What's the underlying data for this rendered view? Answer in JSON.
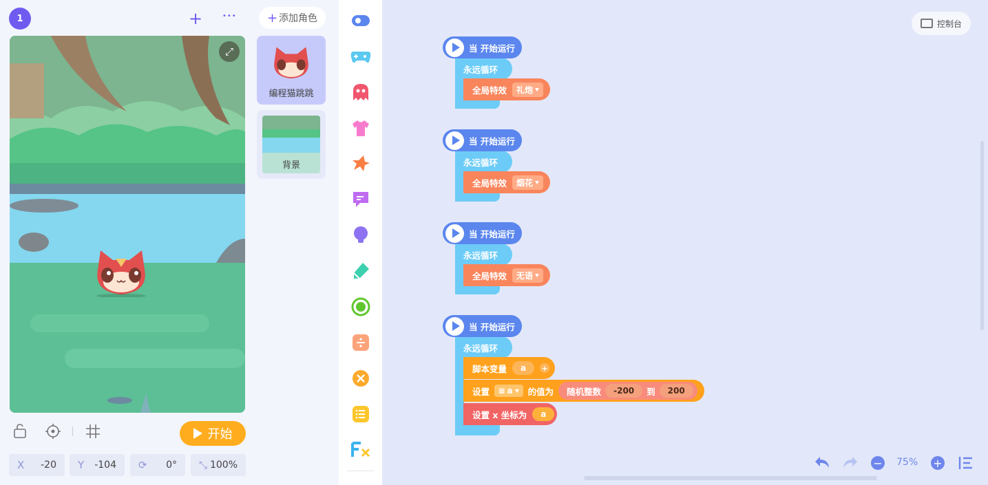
{
  "header": {
    "scene_number": "1",
    "add_label": "+",
    "more_label": "•••",
    "add_role_label": "添加角色"
  },
  "sprites": [
    {
      "name": "编程猫跳跳",
      "selected": true
    }
  ],
  "background": {
    "label": "背景"
  },
  "stage_tools": {
    "start_label": "开始"
  },
  "coords": {
    "x_label": "X",
    "x_value": "-20",
    "y_label": "Y",
    "y_value": "-104",
    "rotation_value": "0°",
    "scale_value": "100%"
  },
  "categories": [
    "event",
    "control",
    "action",
    "appearance",
    "sound",
    "pen",
    "lightbulb",
    "eraser",
    "physics",
    "operator",
    "logic",
    "list",
    "function"
  ],
  "console": {
    "label": "控制台"
  },
  "scripts": [
    {
      "hat": "当 开始运行",
      "loop": "永远循环",
      "cmd": "全局特效",
      "option": "礼炮"
    },
    {
      "hat": "当 开始运行",
      "loop": "永远循环",
      "cmd": "全局特效",
      "option": "烟花"
    },
    {
      "hat": "当 开始运行",
      "loop": "永远循环",
      "cmd": "全局特效",
      "option": "无语"
    },
    {
      "hat": "当 开始运行",
      "loop": "永远循环",
      "var_block": {
        "label": "脚本变量",
        "var": "a"
      },
      "set_block": {
        "label": "设置",
        "var": "a",
        "of_label": "的值为",
        "rand_label": "随机整数",
        "from": "-200",
        "to_label": "到",
        "to": "200"
      },
      "setx_block": {
        "label": "设置 x 坐标为",
        "var": "a"
      }
    }
  ],
  "zoom": {
    "value": "75%"
  },
  "colors": {
    "accent": "#6f5bf0",
    "event": "#5b86ee",
    "control": "#6dccf7",
    "effect": "#f9855c",
    "variable": "#ffa11c",
    "motion": "#f16464",
    "start": "#ffad1f"
  }
}
